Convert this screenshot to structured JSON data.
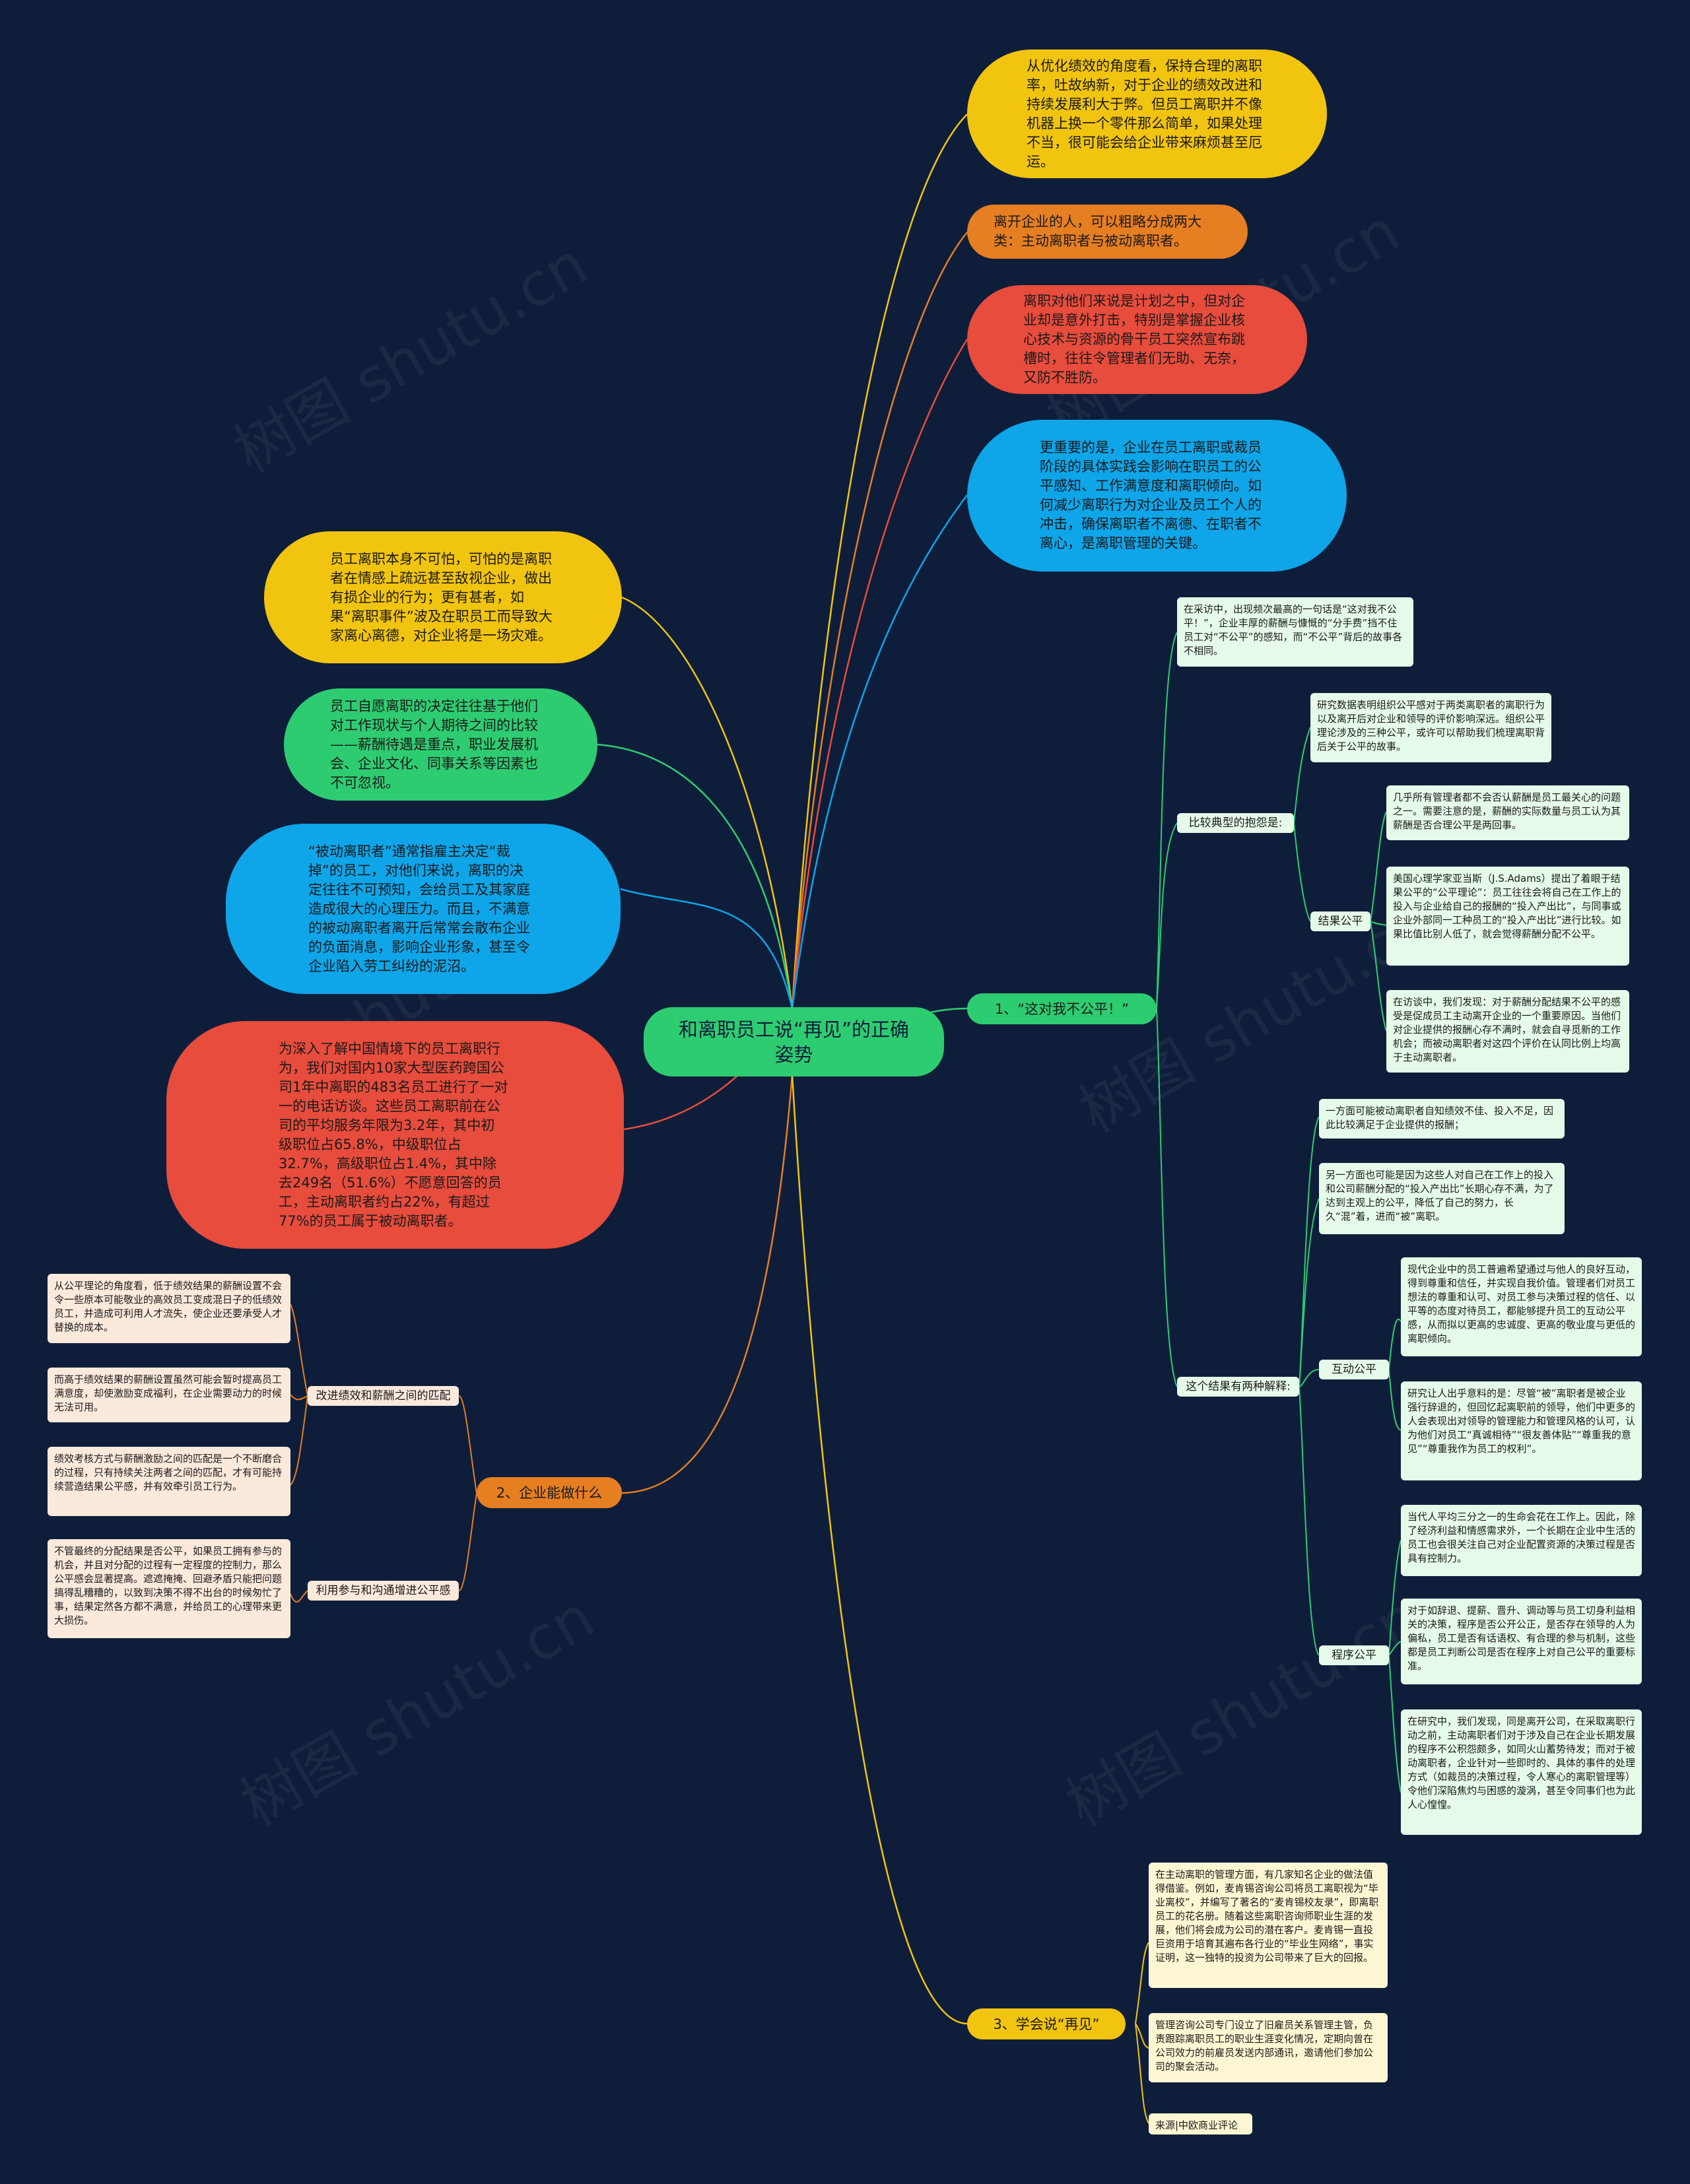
{
  "colors": {
    "background": "#0e1e3a",
    "center": "#2ecc71",
    "yellow": "#f1c40f",
    "orange": "#e67e22",
    "red": "#e74c3c",
    "blue": "#0ea5e9",
    "green": "#2ecc71"
  },
  "watermark": "树图 shutu.cn",
  "center": "和离职员工说“再见”的正确姿势",
  "right_bubbles": [
    "从优化绩效的角度看，保持合理的离职率，吐故纳新，对于企业的绩效改进和持续发展利大于弊。但员工离职并不像机器上换一个零件那么简单，如果处理不当，很可能会给企业带来麻烦甚至厄运。",
    "离开企业的人，可以粗略分成两大类：主动离职者与被动离职者。",
    "离职对他们来说是计划之中，但对企业却是意外打击，特别是掌握企业核心技术与资源的骨干员工突然宣布跳槽时，往往令管理者们无助、无奈，又防不胜防。",
    "更重要的是，企业在员工离职或裁员阶段的具体实践会影响在职员工的公平感知、工作满意度和离职倾向。如何减少离职行为对企业及员工个人的冲击，确保离职者不离德、在职者不离心，是离职管理的关键。"
  ],
  "left_bubbles": [
    "员工离职本身不可怕，可怕的是离职者在情感上疏远甚至敌视企业，做出有损企业的行为；更有甚者，如果“离职事件”波及在职员工而导致大家离心离德，对企业将是一场灾难。",
    "员工自愿离职的决定往往基于他们对工作现状与个人期待之间的比较——薪酬待遇是重点，职业发展机会、企业文化、同事关系等因素也不可忽视。",
    "“被动离职者”通常指雇主决定“裁掉”的员工，对他们来说，离职的决定往往不可预知，会给员工及其家庭造成很大的心理压力。而且，不满意的被动离职者离开后常常会散布企业的负面消息，影响企业形象，甚至令企业陷入劳工纠纷的泥沼。",
    "为深入了解中国情境下的员工离职行为，我们对国内10家大型医药跨国公司1年中离职的483名员工进行了一对一的电话访谈。这些员工离职前在公司的平均服务年限为3.2年，其中初级职位占65.8%，中级职位占32.7%，高级职位占1.4%，其中除去249名（51.6%）不愿意回答的员工，主动离职者约占22%，有超过77%的员工属于被动离职者。"
  ],
  "branch1": {
    "label": "1、“这对我不公平！”",
    "intro": "在采访中，出现频次最高的一句话是“这对我不公平！”，企业丰厚的薪酬与慷慨的“分手费”挡不住员工对“不公平”的感知，而“不公平”背后的故事各不相同。",
    "complaints": {
      "label": "比较典型的抱怨是:",
      "research": "研究数据表明组织公平感对于两类离职者的离职行为以及离开后对企业和领导的评价影响深远。组织公平理论涉及的三种公平，或许可以帮助我们梳理离职背后关于公平的故事。",
      "outcome": {
        "label": "结果公平",
        "items": [
          "几乎所有管理者都不会否认薪酬是员工最关心的问题之一。需要注意的是，薪酬的实际数量与员工认为其薪酬是否合理公平是两回事。",
          "美国心理学家亚当斯（J.S.Adams）提出了着眼于结果公平的“公平理论”：员工往往会将自己在工作上的投入与企业给自己的报酬的“投入产出比”，与同事或企业外部同一工种员工的“投入产出比”进行比较。如果比值比别人低了，就会觉得薪酬分配不公平。",
          "在访谈中，我们发现：对于薪酬分配结果不公平的感受是促成员工主动离开企业的一个重要原因。当他们对企业提供的报酬心存不满时，就会自寻觅新的工作机会；而被动离职者对这四个评价在认同比例上均高于主动离职者。"
        ]
      }
    },
    "results": {
      "label": "这个结果有两种解释:",
      "items": [
        "一方面可能被动离职者自知绩效不佳、投入不足，因此比较满足于企业提供的报酬；",
        "另一方面也可能是因为这些人对自己在工作上的投入和公司薪酬分配的“投入产出比”长期心存不满，为了达到主观上的公平，降低了自己的努力，长久“混”着，进而“被”离职。"
      ],
      "interactive": {
        "label": "互动公平",
        "items": [
          "现代企业中的员工普遍希望通过与他人的良好互动，得到尊重和信任，并实现自我价值。管理者们对员工想法的尊重和认可、对员工参与决策过程的信任、以平等的态度对待员工，都能够提升员工的互动公平感，从而拟以更高的忠诚度、更高的敬业度与更低的离职倾向。",
          "研究让人出乎意料的是：尽管“被”离职者是被企业强行辞退的，但回忆起离职前的领导，他们中更多的人会表现出对领导的管理能力和管理风格的认可，认为他们对员工“真诚相待”“很友善体贴”“尊重我的意见”“尊重我作为员工的权利”。"
        ]
      },
      "procedural": {
        "label": "程序公平",
        "items": [
          "当代人平均三分之一的生命会花在工作上。因此，除了经济利益和情感需求外，一个长期在企业中生活的员工也会很关注自己对企业配置资源的决策过程是否具有控制力。",
          "对于如辞退、提薪、晋升、调动等与员工切身利益相关的决策，程序是否公开公正，是否存在领导的人为偏私，员工是否有话语权、有合理的参与机制，这些都是员工判断公司是否在程序上对自己公平的重要标准。",
          "在研究中，我们发现，同是离开公司，在采取离职行动之前，主动离职者们对于涉及自己在企业长期发展的程序不公积怨颇多，如同火山蓄势待发；而对于被动离职者，企业针对一些即时的、具体的事件的处理方式（如裁员的决策过程，令人寒心的离职管理等）令他们深陷焦灼与困惑的漩涡，甚至令同事们也为此人心惶惶。"
        ]
      }
    }
  },
  "branch2": {
    "label": "2、企业能做什么",
    "sub1": {
      "label": "改进绩效和薪酬之间的匹配",
      "items": [
        "从公平理论的角度看，低于绩效结果的薪酬设置不会令一些原本可能敬业的高效员工变成混日子的低绩效员工，并造成可利用人才流失，使企业还要承受人才替换的成本。",
        "而高于绩效结果的薪酬设置虽然可能会暂时提高员工满意度，却使激励变成福利，在企业需要动力的时候无法可用。",
        "绩效考核方式与薪酬激励之间的匹配是一个不断磨合的过程，只有持续关注两者之间的匹配，才有可能持续营造结果公平感，并有效牵引员工行为。"
      ]
    },
    "sub2": {
      "label": "利用参与和沟通增进公平感",
      "items": [
        "不管最终的分配结果是否公平，如果员工拥有参与的机会，并且对分配的过程有一定程度的控制力，那么公平感会显著提高。遮遮掩掩、回避矛盾只能把问题搞得乱糟糟的，以致到决策不得不出台的时候匆忙了事，结果定然各方都不满意，并给员工的心理带来更大损伤。"
      ]
    }
  },
  "branch3": {
    "label": "3、学会说“再见”",
    "items": [
      "在主动离职的管理方面，有几家知名企业的做法值得借鉴。例如，麦肯锡咨询公司将员工离职视为“毕业离校”，并编写了著名的“麦肯锡校友录”，即离职员工的花名册。随着这些离职咨询师职业生涯的发展，他们将会成为公司的潜在客户。麦肯锡一直投巨资用于培育其遍布各行业的“毕业生网络”，事实证明，这一独特的投资为公司带来了巨大的回报。",
      "管理咨询公司专门设立了旧雇员关系管理主管，负责跟踪离职员工的职业生涯变化情况，定期向曾在公司效力的前雇员发送内部通讯，邀请他们参加公司的聚会活动。",
      "来源|中欧商业评论"
    ]
  }
}
